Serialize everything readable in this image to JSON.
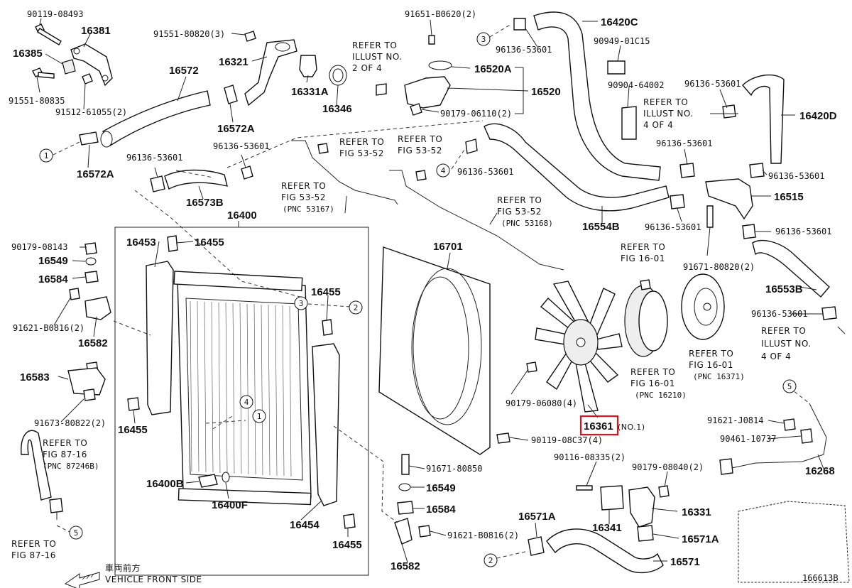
{
  "diagram_id": "166613B",
  "highlight": {
    "part": "16361",
    "suffix": "(NO.1)",
    "color": "#e0101a"
  },
  "front": {
    "jp": "車両前方",
    "en": "VEHICLE FRONT SIDE"
  },
  "labels": {
    "l01": "90119-08493",
    "l02": "16381",
    "l03": "16385",
    "l04": "91551-80835",
    "l05": "91512-61055(2)",
    "l06": "91551-80820(3)",
    "l07": "16321",
    "l08": "16331A",
    "l09": "16346",
    "l10": "16572",
    "l11": "16572A",
    "l12": "16572A",
    "l13": "96136-53601",
    "l14": "96136-53601",
    "l15": "16573B",
    "l16": "91651-B0620(2)",
    "l17": "16520A",
    "l18": "16520",
    "l19": "90179-06110(2)",
    "l20": "96136-53601",
    "l21": "16420C",
    "l22": "90949-01C15",
    "l23": "90904-64002",
    "l24": "96136-53601",
    "l25": "16420D",
    "l26": "96136-53601",
    "l27": "96136-53601",
    "l28": "16515",
    "l29": "96136-53601",
    "l30": "96136-53601",
    "l31": "96136-53601",
    "l32": "16554B",
    "l33": "91671-80820(2)",
    "l34": "16553B",
    "l35": "96136-53601",
    "l36": "16400",
    "l37": "16453",
    "l38": "16455",
    "l39": "90179-08143",
    "l40": "16549",
    "l41": "16584",
    "l42": "91621-B0816(2)",
    "l43": "16582",
    "l44": "16583",
    "l45": "91673-80822(2)",
    "l46": "16455",
    "l47": "16455",
    "l48": "16400B",
    "l49": "16400F",
    "l50": "16454",
    "l51": "16455",
    "l52": "16701",
    "l53": "90179-06080(4)",
    "l54": "90119-08C37(4)",
    "l55": "91671-80850",
    "l56": "16549",
    "l57": "16584",
    "l58": "91621-B0816(2)",
    "l59": "16582",
    "l60": "90116-08335(2)",
    "l61": "90179-08040(2)",
    "l62": "16331",
    "l63": "16341",
    "l64": "16571A",
    "l65": "16571A",
    "l66": "16571",
    "l67": "91621-J0814",
    "l68": "90461-10737",
    "l69": "16268"
  },
  "refs": {
    "r01": [
      "REFER TO",
      "ILLUST NO.",
      "2 OF 4"
    ],
    "r02": [
      "REFER TO",
      "FIG 53-52"
    ],
    "r03": [
      "REFER TO",
      "FIG 53-52"
    ],
    "r04": [
      "REFER TO",
      "FIG 53-52",
      "(PNC 53167)"
    ],
    "r05": [
      "REFER TO",
      "FIG 53-52",
      "(PNC 53168)"
    ],
    "r06": [
      "REFER TO",
      "ILLUST NO.",
      "4 OF 4"
    ],
    "r07": [
      "REFER TO",
      "FIG 16-01"
    ],
    "r08": [
      "REFER TO",
      "FIG 16-01",
      "(PNC 16210)"
    ],
    "r09": [
      "REFER TO",
      "FIG 16-01",
      "(PNC 16371)"
    ],
    "r10": [
      "REFER TO",
      "ILLUST NO.",
      "4 OF 4"
    ],
    "r11": [
      "REFER TO",
      "FIG 87-16",
      "(PNC 87246B)"
    ],
    "r12": [
      "REFER TO",
      "FIG 87-16"
    ]
  },
  "circles": {
    "c1": "1",
    "c2": "2",
    "c3": "3",
    "c4": "4",
    "c5": "5"
  }
}
